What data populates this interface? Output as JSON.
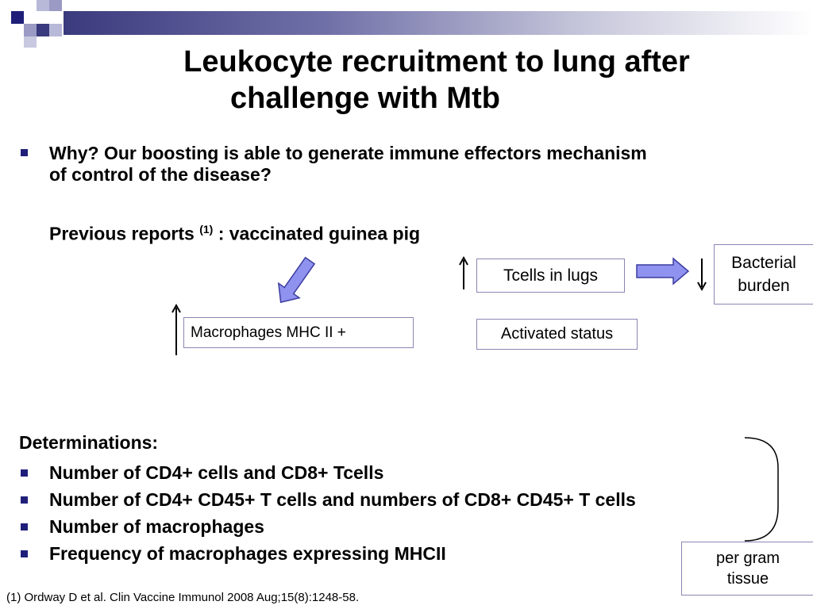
{
  "title": {
    "line1": "Leukocyte recruitment to lung after",
    "line2": "challenge with Mtb"
  },
  "intro": {
    "why_line1": "Why?  Our boosting is able to generate immune effectors mechanism",
    "why_line2": "of control of the disease?",
    "previous_prefix": "Previous reports ",
    "previous_sup": "(1)",
    "previous_suffix": " : vaccinated guinea pig"
  },
  "diagram": {
    "tcells": "Tcells in lugs",
    "activated": "Activated status",
    "macrophages": "Macrophages MHC II +",
    "bacterial_line1": "Bacterial",
    "bacterial_line2": "burden"
  },
  "determinations": {
    "heading": "Determinations:",
    "items": [
      "Number of CD4+ cells and CD8+ Tcells",
      "Number of CD4+ CD45+ T cells and numbers of CD8+ CD45+ T cells",
      "Number of macrophages",
      "Frequency of macrophages expressing MHCII"
    ],
    "per_gram_line1": "per gram",
    "per_gram_line2": "tissue"
  },
  "reference": "(1) Ordway D et al. Clin Vaccine Immunol 2008 Aug;15(8):1248-58.",
  "colors": {
    "bullet": "#1f1f7a",
    "box_border": "#8a86b4",
    "arrow_fill": "#8f92ee",
    "arrow_stroke": "#3c3ca0"
  }
}
